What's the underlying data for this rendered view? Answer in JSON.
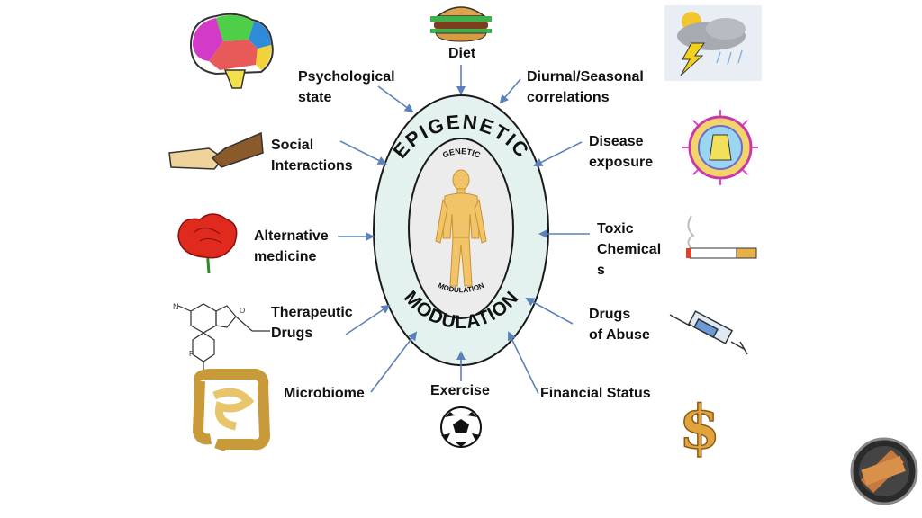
{
  "center": {
    "outer_top": "EPIGENETIC",
    "outer_bottom": "MODULATION",
    "inner_top": "GENETIC",
    "inner_bottom": "MODULATION"
  },
  "factors": {
    "diet": "Diet",
    "psychological": "Psychological\nstate",
    "diurnal": "Diurnal/Seasonal\ncorrelations",
    "social": "Social\nInteractions",
    "disease": "Disease\nexposure",
    "alternative": "Alternative\nmedicine",
    "toxic": "Toxic\nChemical\ns",
    "therapeutic": "Therapeutic\nDrugs",
    "drugs_abuse": "Drugs\nof Abuse",
    "microbiome": "Microbiome",
    "exercise": "Exercise",
    "financial": "Financial Status"
  },
  "colors": {
    "outer_ellipse": "#e3f2ef",
    "inner_ellipse": "#ececec",
    "arrow": "#5b82b8",
    "figure": "#f2c46a"
  },
  "icons": [
    "brain-icon",
    "burger-icon",
    "weather-icon",
    "handshake-icon",
    "virus-icon",
    "rose-icon",
    "cigarette-icon",
    "molecule-icon",
    "syringe-icon",
    "intestine-icon",
    "soccer-ball-icon",
    "dollar-icon",
    "logo-badge"
  ]
}
